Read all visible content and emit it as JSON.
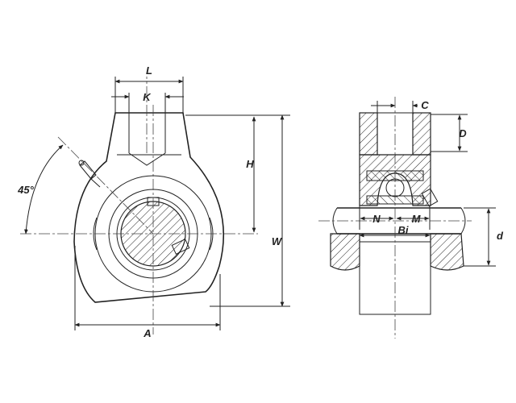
{
  "labels": {
    "L": "L",
    "K": "K",
    "H": "H",
    "W": "W",
    "A": "A",
    "angle": "45°",
    "C": "C",
    "D": "D",
    "N": "N",
    "M": "M",
    "Bi": "Bi",
    "d": "d"
  }
}
